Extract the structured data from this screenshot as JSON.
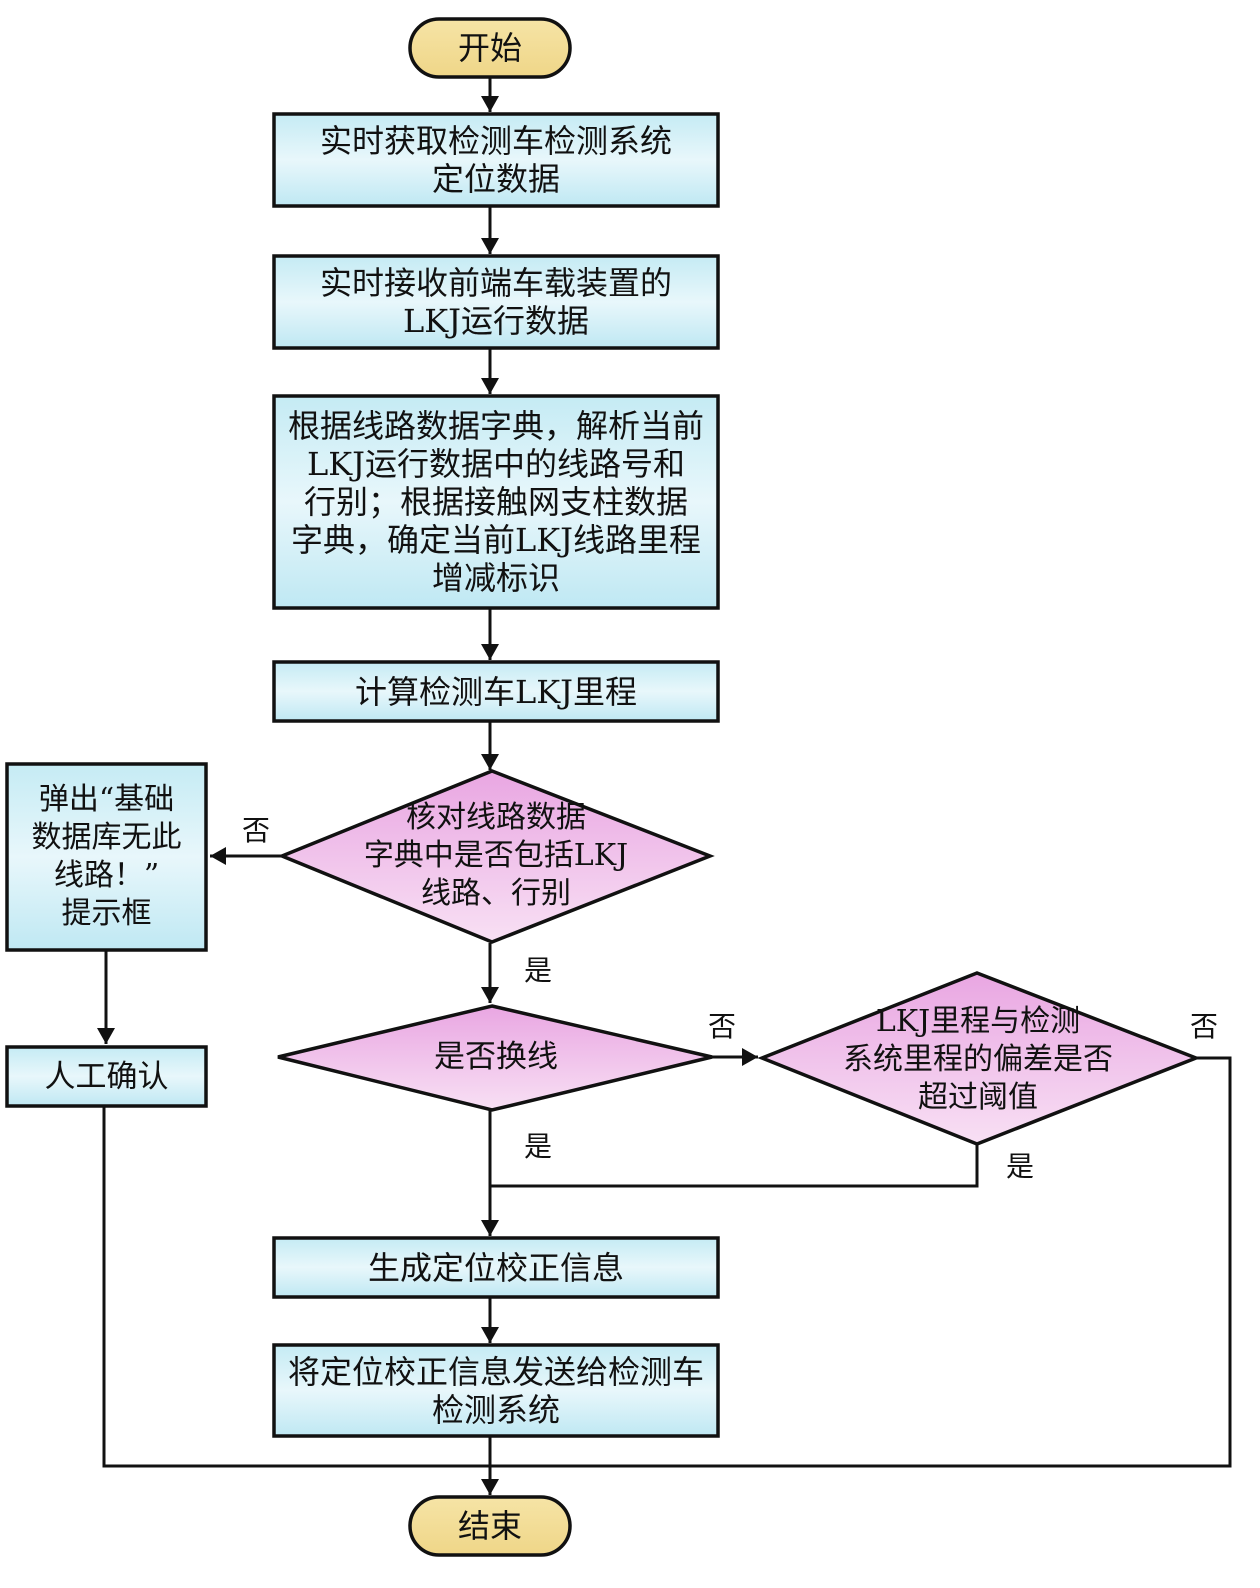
{
  "colors": {
    "terminal_fill_top": "#f6e4a6",
    "terminal_fill_bottom": "#efd688",
    "process_fill_top": "#c5ebf4",
    "process_fill_mid": "#e8f7fb",
    "process_fill_bottom": "#bfe8f3",
    "decision_fill_top": "#e9a6e2",
    "decision_fill_bottom": "#f8e0f4",
    "stroke": "#111111"
  },
  "nodes": {
    "start": {
      "type": "terminal",
      "text": "开始"
    },
    "get_position": {
      "type": "process",
      "text": "实时获取检测车检测系统\n定位数据"
    },
    "receive_lkj": {
      "type": "process",
      "text": "实时接收前端车载装置的\nLKJ运行数据"
    },
    "parse": {
      "type": "process",
      "text": "根据线路数据字典，解析当前\nLKJ运行数据中的线路号和\n行别；根据接触网支柱数据\n字典，确定当前LKJ线路里程\n增减标识"
    },
    "calc_mileage": {
      "type": "process",
      "text": "计算检测车LKJ里程"
    },
    "check_route": {
      "type": "decision",
      "text": "核对线路数据\n字典中是否包括LKJ\n线路、行别"
    },
    "popup": {
      "type": "process",
      "text": "弹出“基础\n数据库无此\n线路！”\n提示框"
    },
    "manual_confirm": {
      "type": "process",
      "text": "人工确认"
    },
    "line_change": {
      "type": "decision",
      "text": "是否换线"
    },
    "deviation": {
      "type": "decision",
      "text": "LKJ里程与检测\n系统里程的偏差是否\n超过阈值"
    },
    "generate": {
      "type": "process",
      "text": "生成定位校正信息"
    },
    "send": {
      "type": "process",
      "text": "将定位校正信息发送给检测车\n检测系统"
    },
    "end": {
      "type": "terminal",
      "text": "结束"
    }
  },
  "edge_labels": {
    "check_route_no": "否",
    "check_route_yes": "是",
    "line_change_no": "否",
    "line_change_yes": "是",
    "deviation_no": "否",
    "deviation_yes": "是"
  },
  "edges": [
    {
      "from": "start",
      "to": "get_position"
    },
    {
      "from": "get_position",
      "to": "receive_lkj"
    },
    {
      "from": "receive_lkj",
      "to": "parse"
    },
    {
      "from": "parse",
      "to": "calc_mileage"
    },
    {
      "from": "calc_mileage",
      "to": "check_route"
    },
    {
      "from": "check_route",
      "to": "popup",
      "label": "否"
    },
    {
      "from": "check_route",
      "to": "line_change",
      "label": "是"
    },
    {
      "from": "popup",
      "to": "manual_confirm"
    },
    {
      "from": "manual_confirm",
      "to": "end"
    },
    {
      "from": "line_change",
      "to": "deviation",
      "label": "否"
    },
    {
      "from": "line_change",
      "to": "generate",
      "label": "是"
    },
    {
      "from": "deviation",
      "to": "generate",
      "label": "是"
    },
    {
      "from": "deviation",
      "to": "end",
      "label": "否"
    },
    {
      "from": "generate",
      "to": "send"
    },
    {
      "from": "send",
      "to": "end"
    }
  ]
}
